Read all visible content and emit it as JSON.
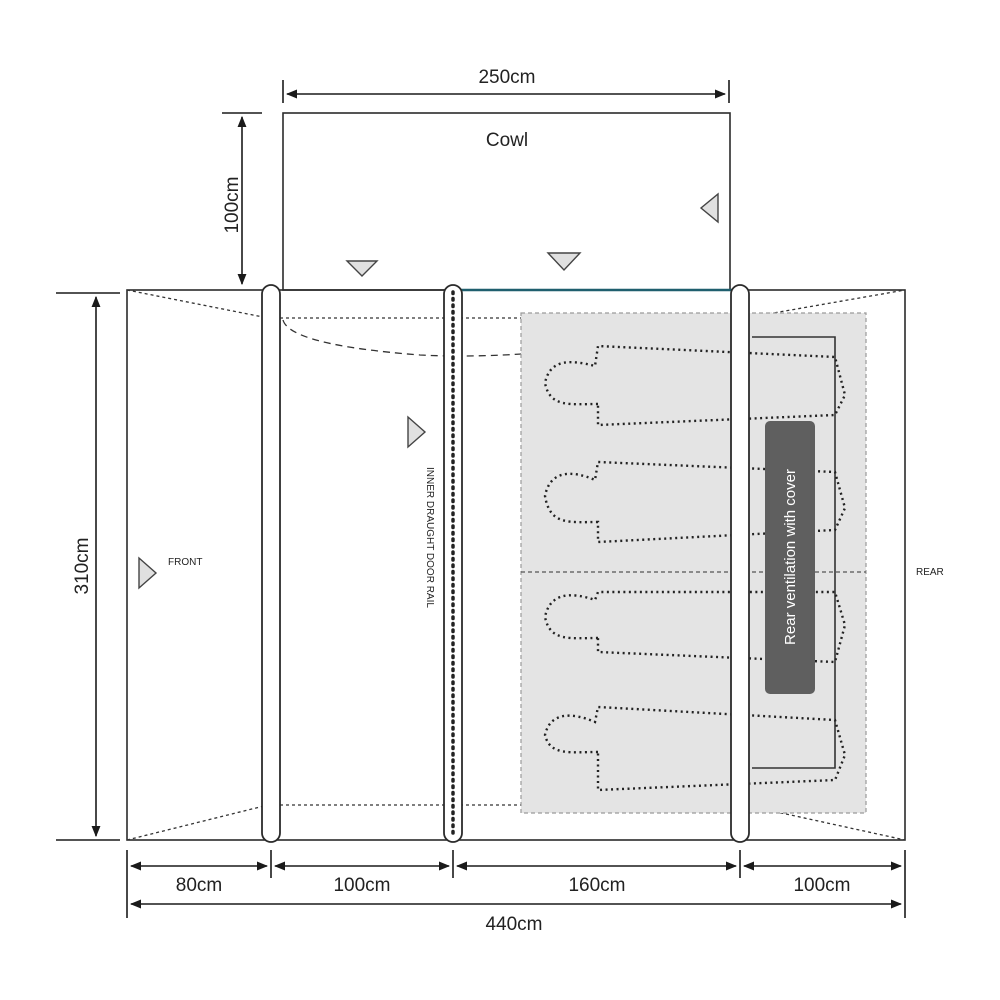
{
  "labels": {
    "cowl": "Cowl",
    "front": "FRONT",
    "rear": "REAR",
    "inner_door_rail": "INNER DRAUGHT DOOR RAIL",
    "rear_ventilation": "Rear ventilation with cover"
  },
  "dimensions": {
    "cowl_width": "250cm",
    "cowl_depth": "100cm",
    "total_height": "310cm",
    "seg_front": "80cm",
    "seg_second": "100cm",
    "seg_bedroom": "160cm",
    "seg_rear": "100cm",
    "total_length": "440cm"
  },
  "colors": {
    "line": "#2b2b2b",
    "bedroom_fill": "#e4e4e4",
    "vent_panel": "#5f5f5f",
    "accent_line": "#1f5f6e"
  },
  "bedroom": {
    "sleeping_positions": 4
  }
}
